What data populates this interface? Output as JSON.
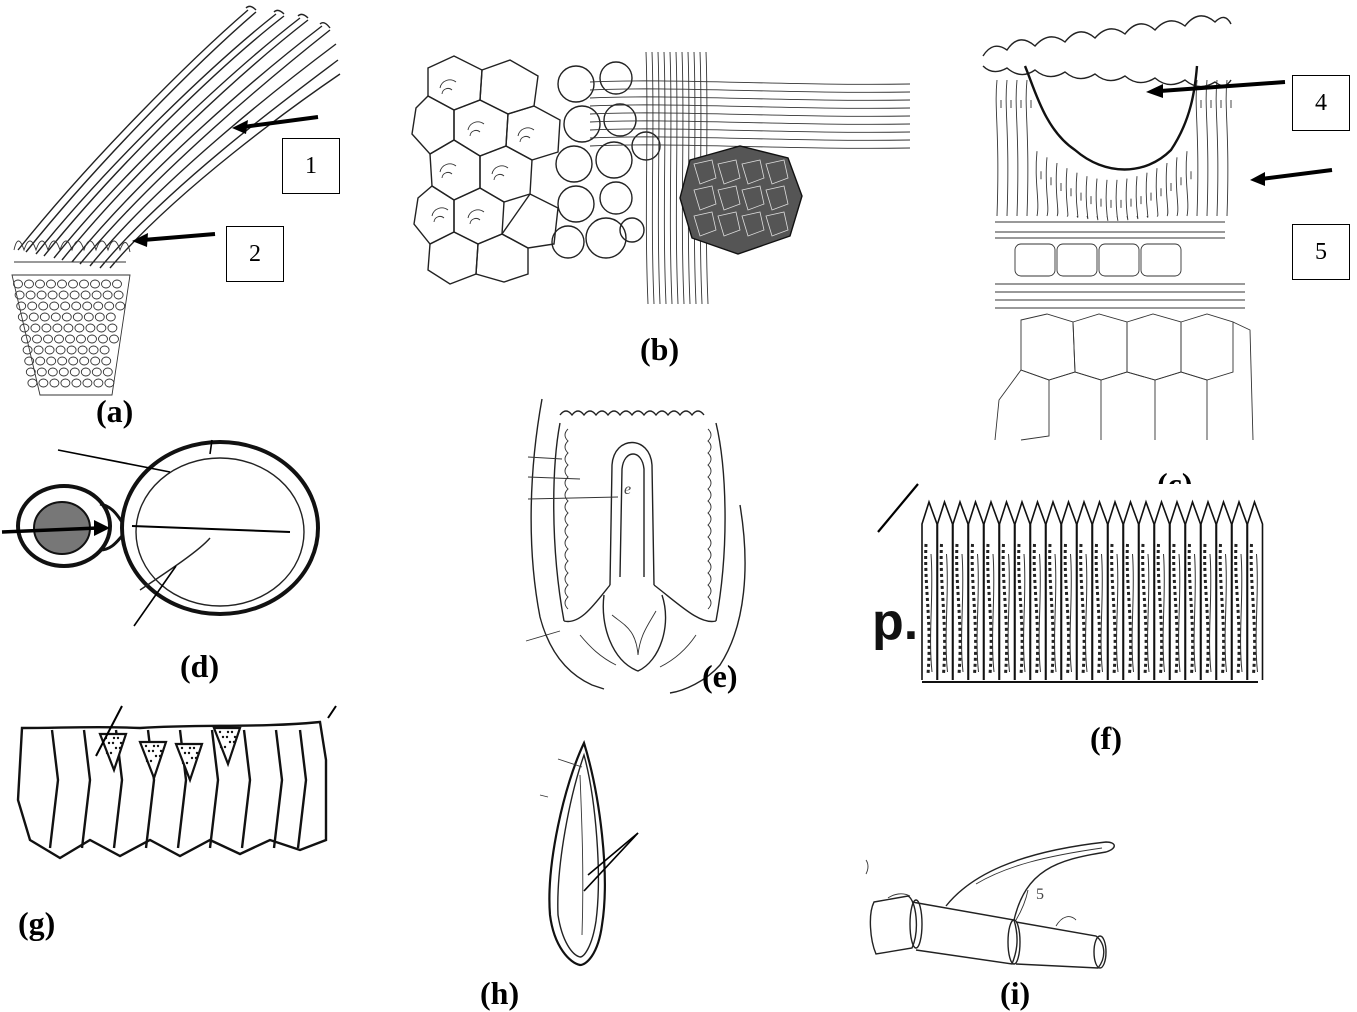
{
  "panels": {
    "a": {
      "caption": "(a)",
      "callouts": [
        "1",
        "2"
      ]
    },
    "b": {
      "caption": "(b)"
    },
    "c": {
      "caption": "(c)",
      "callouts": [
        "4",
        "5"
      ]
    },
    "d": {
      "caption": "(d)"
    },
    "e": {
      "caption": "(e)",
      "inner_label": "e"
    },
    "f": {
      "caption": "(f)",
      "inner_label": "p."
    },
    "g": {
      "caption": "(g)"
    },
    "h": {
      "caption": "(h)"
    },
    "i": {
      "caption": "(i)",
      "inner_label": "5"
    }
  },
  "colors": {
    "ink": "#222222",
    "background": "#ffffff"
  }
}
